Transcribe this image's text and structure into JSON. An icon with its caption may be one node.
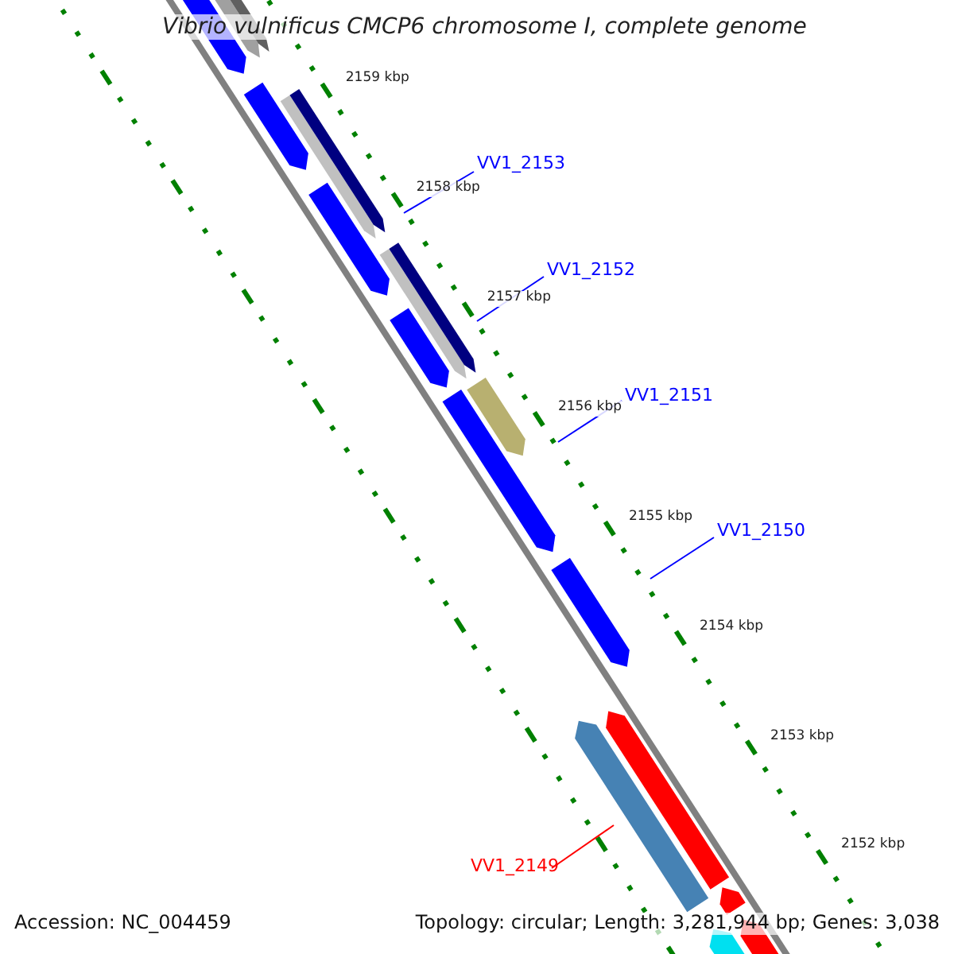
{
  "diagram": {
    "title": "Vibrio vulnificus CMCP6 chromosome I, complete genome",
    "nodes": [
      {
        "text": [
          "VV1_2153"
        ]
      },
      {
        "text": [
          "VV1_2152"
        ]
      },
      {
        "text": [
          "VV1_2151"
        ]
      },
      {
        "text": [
          "VV1_2150"
        ]
      },
      {
        "text": [
          "VV1_2149"
        ]
      }
    ],
    "edges": [
      {
        "from": 0,
        "to": null,
        "arrow": "none"
      },
      {
        "from": 1,
        "to": null,
        "arrow": "none"
      },
      {
        "from": 2,
        "to": null,
        "arrow": "none"
      },
      {
        "from": 3,
        "to": null,
        "arrow": "none"
      },
      {
        "from": 4,
        "to": null,
        "arrow": "none",
        "color": "#ff0000"
      }
    ],
    "labels": [
      "2159 kbp",
      "2158 kbp",
      "2157 kbp",
      "2156 kbp",
      "2155 kbp",
      "2154 kbp",
      "2153 kbp",
      "2152 kbp",
      "Accession: NC_004459",
      "Topology: circular; Length: 3,281,944 bp; Genes: 3,038"
    ]
  }
}
